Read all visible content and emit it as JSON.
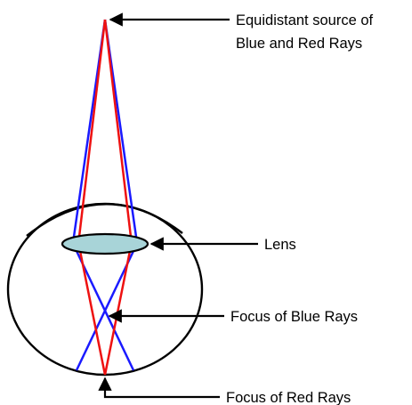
{
  "labels": {
    "source_line1": "Equidistant source of",
    "source_line2": "Blue and Red Rays",
    "lens": "Lens",
    "blue_focus": "Focus of Blue Rays",
    "red_focus": "Focus of Red Rays"
  },
  "colors": {
    "blue_ray": "#1a1aff",
    "red_ray": "#ee1111",
    "lens_fill": "#a8d4d8",
    "outline": "#000000"
  }
}
